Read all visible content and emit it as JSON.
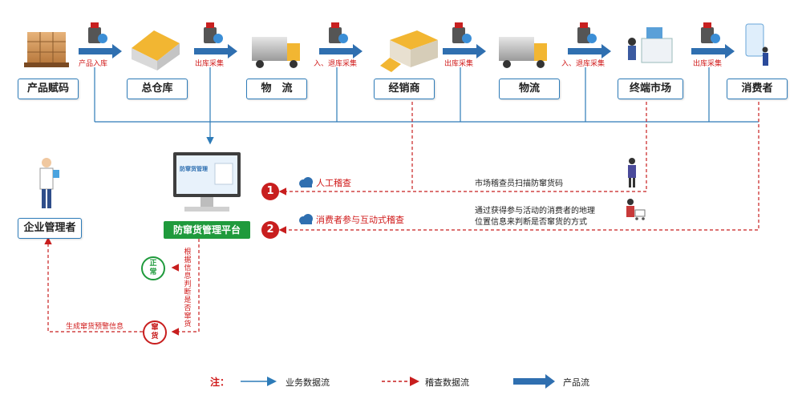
{
  "nodes": {
    "product_code": "产品赋码",
    "warehouse": "总仓库",
    "logistics1": "物　流",
    "dealer": "经销商",
    "logistics2": "物流",
    "terminal": "终端市场",
    "consumer": "消费者",
    "manager": "企业管理者",
    "platform": "防窜货管理平台"
  },
  "arrow_labels": {
    "a1": "产品入库",
    "a2": "出库采集",
    "a3": "入、退库采集",
    "a4": "出库采集",
    "a5": "入、退库采集",
    "a6": "出库采集"
  },
  "checks": {
    "manual_num": "1",
    "manual_label": "人工稽查",
    "manual_desc": "市场稽查员扫描防窜货码",
    "consumer_num": "2",
    "consumer_label": "消费者参与互动式稽查",
    "consumer_desc_1": "通过获得参与活动的消费者的地理",
    "consumer_desc_2": "位置信息来判断是否窜货的方式"
  },
  "judge": {
    "vertical_text": "根据信息判断是否窜货",
    "normal": "正常",
    "crossing": "窜货",
    "warning": "生成窜货预警信息"
  },
  "screen": {
    "logo": "防窜货管理"
  },
  "legend": {
    "note": "注：",
    "business_flow": "业务数据流",
    "audit_flow": "稽查数据流",
    "product_flow": "产品流"
  },
  "colors": {
    "blue": "#2d7bb8",
    "red": "#c81e1e",
    "green": "#1f9a3c"
  }
}
